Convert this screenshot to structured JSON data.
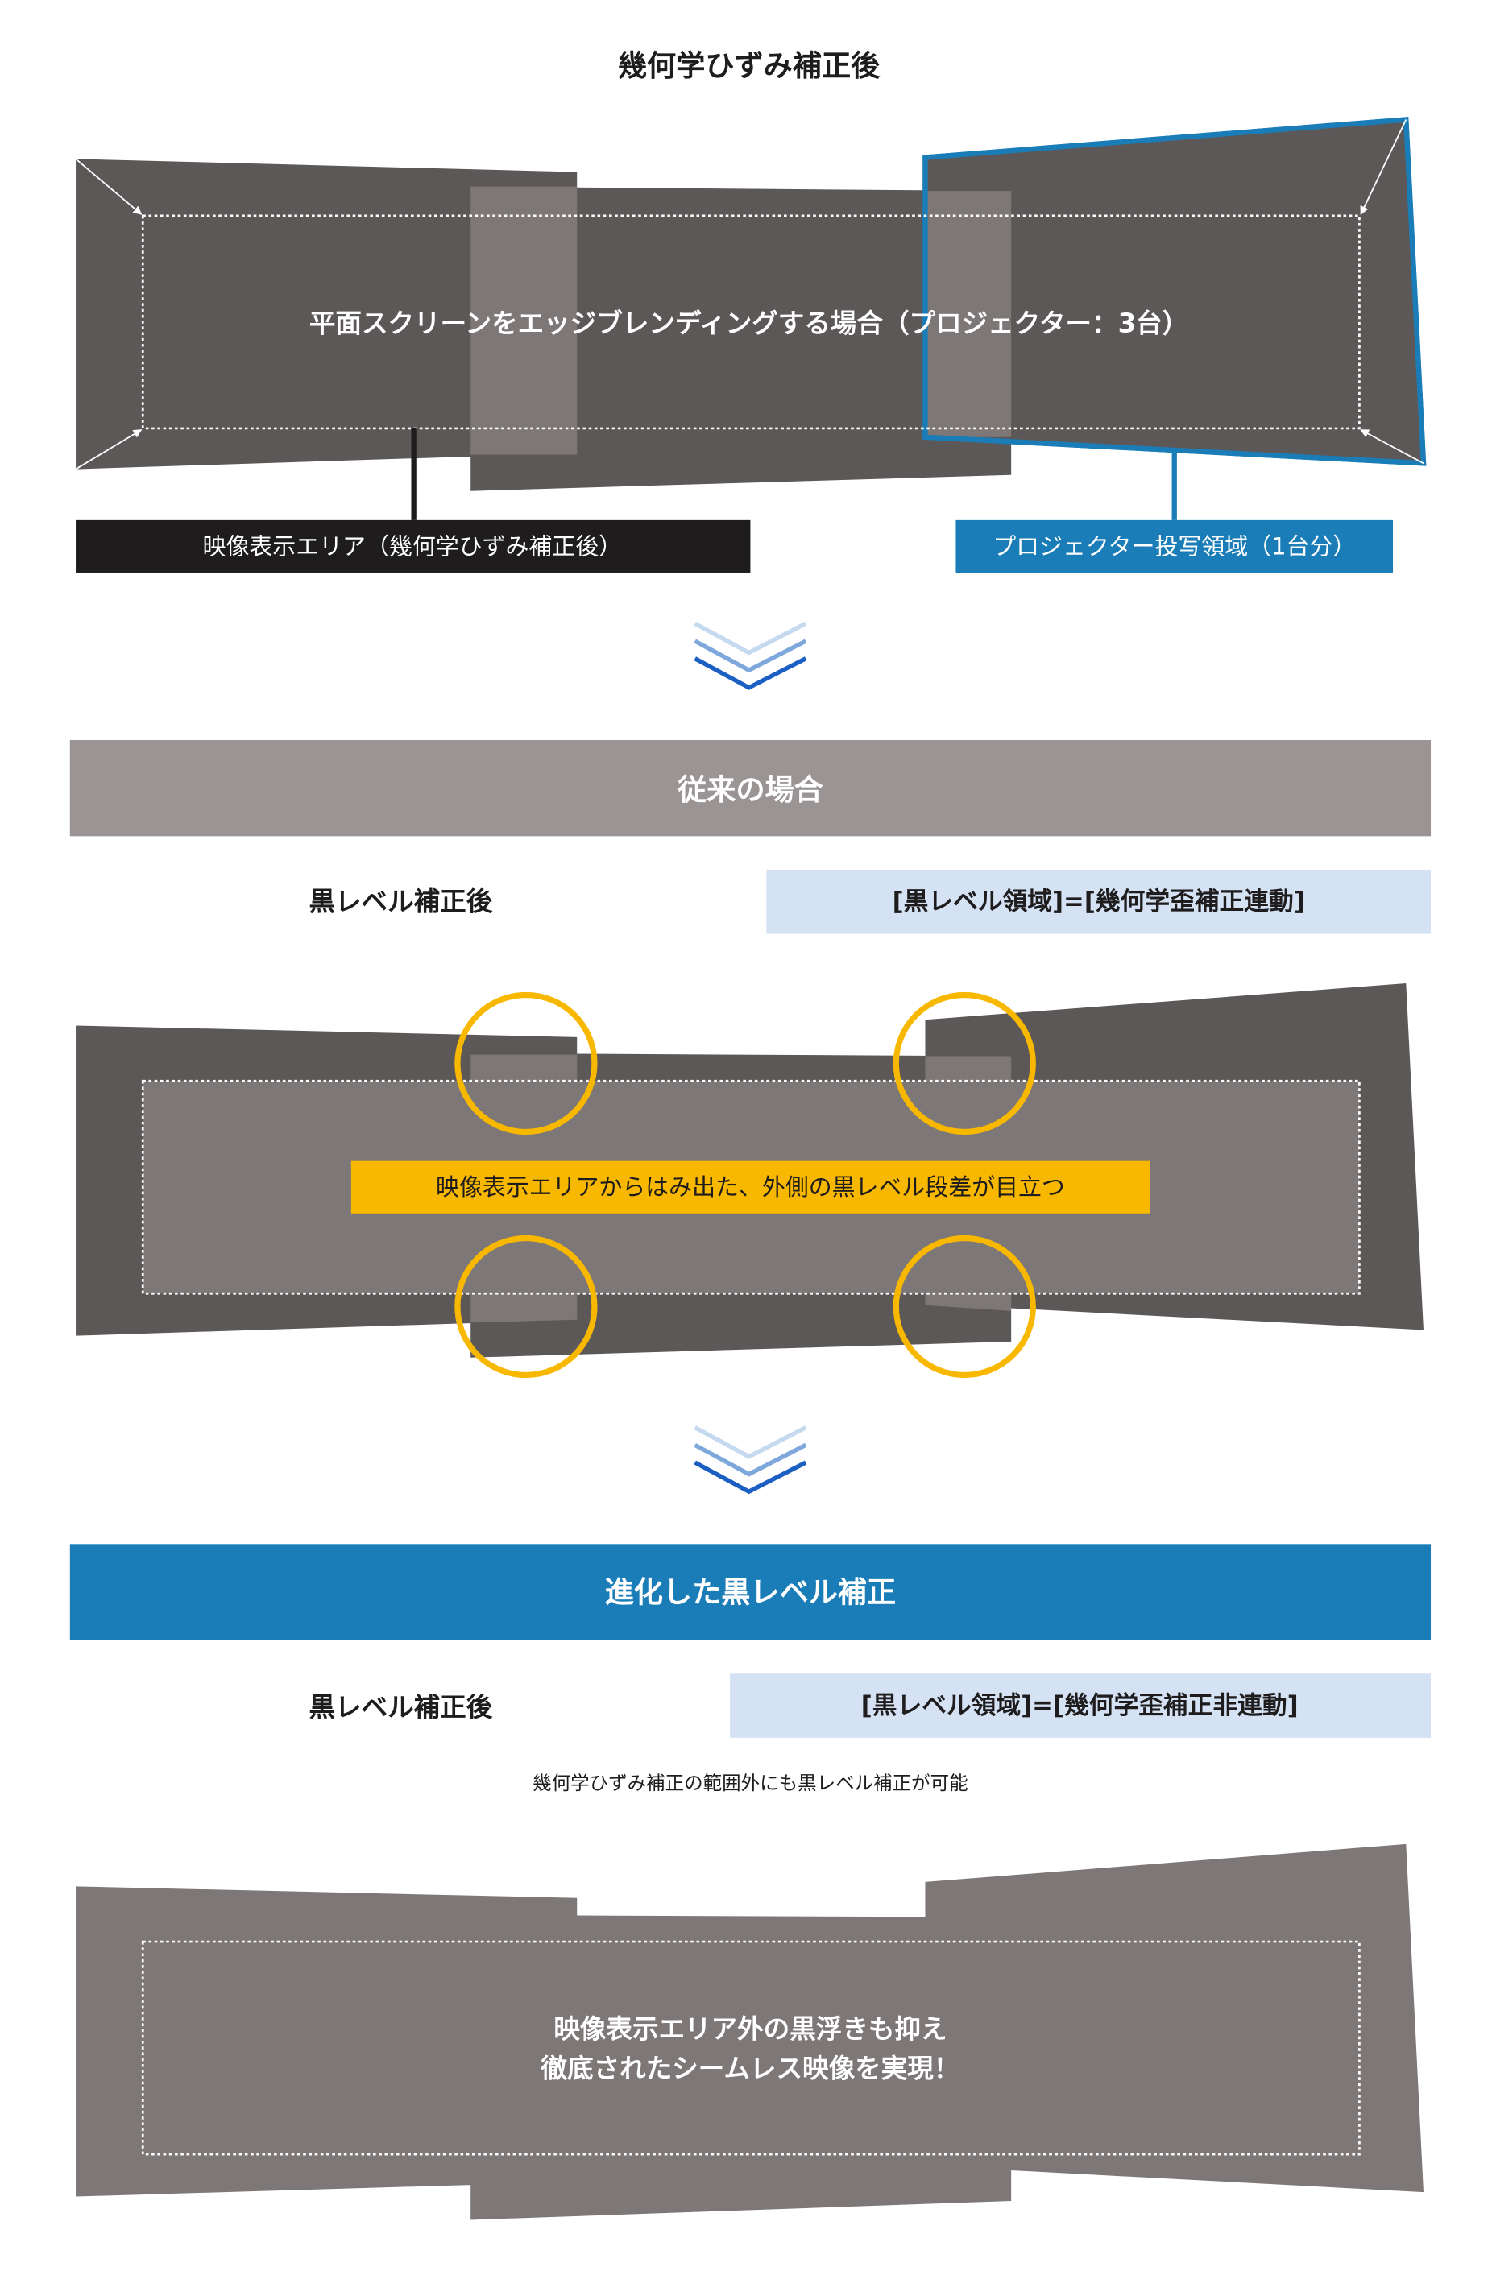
{
  "title": "幾何学ひずみ補正後",
  "section1": {
    "center_text": "平面スクリーンをエッジブレンディングする場合（プロジェクター：3台）",
    "label_display_area": "映像表示エリア（幾何学ひずみ補正後）",
    "label_projector_area": "プロジェクター投写領域（1台分）"
  },
  "section2": {
    "header": "従来の場合",
    "left_label": "黒レベル補正後",
    "right_label": "[黒レベル領域]=[幾何学歪補正連動]",
    "callout": "映像表示エリアからはみ出た、外側の黒レベル段差が目立つ"
  },
  "section3": {
    "header": "進化した黒レベル補正",
    "left_label": "黒レベル補正後",
    "right_label": "[黒レベル領域]=[幾何学歪補正非連動]",
    "note": "幾何学ひずみ補正の範囲外にも黒レベル補正が可能",
    "center_line1": "映像表示エリア外の黒浮きも抑え",
    "center_line2": "徹底されたシームレス映像を実現！"
  },
  "colors": {
    "dark_panel": "#5c5858",
    "light_panel": "#7d7877",
    "blue": "#1a7db8",
    "black_label": "#1e1c1d",
    "gray_header": "#9a9594",
    "light_blue": "#d4e2f4",
    "yellow": "#f9b800"
  }
}
